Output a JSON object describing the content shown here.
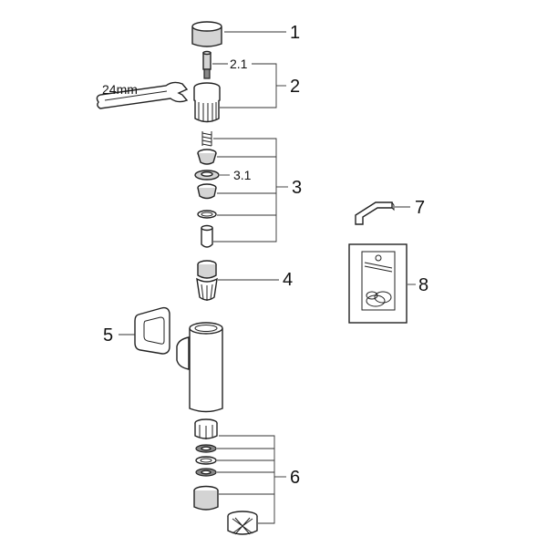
{
  "labels": {
    "p1": "1",
    "p2": "2",
    "p21": "2.1",
    "p3": "3",
    "p31": "3.1",
    "p4": "4",
    "p5": "5",
    "p6": "6",
    "p7": "7",
    "p8": "8",
    "wrench": "24mm"
  }
}
